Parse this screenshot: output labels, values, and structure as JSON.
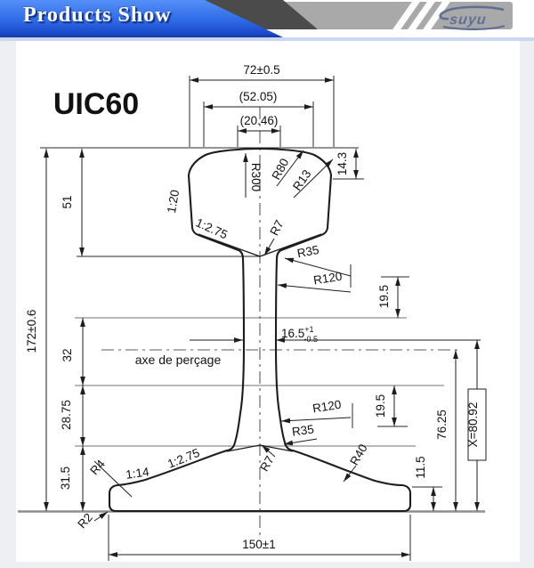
{
  "header": {
    "title": "Products Show",
    "logo_text": "suyu"
  },
  "drawing": {
    "title": "UIC60",
    "axis_label": "axe de perçage",
    "dims": {
      "head_width": "72±0.5",
      "head_width_2": "(52.05)",
      "head_width_3": "(20.46)",
      "crown_drop": "14.3",
      "head_height": "51",
      "total_height": "172±0.6",
      "h32": "32",
      "h2875": "28.75",
      "h315": "31.5",
      "upper_195": "19.5",
      "lower_195": "19.5",
      "h7625": "76.25",
      "x_dim": "X=80.92",
      "h115": "11.5",
      "foot_width": "150±1",
      "web_width": {
        "value": "16.5",
        "tol_up": "+1",
        "tol_dn": "-0.5"
      }
    },
    "labels": {
      "r300": "R300",
      "r80": "R80",
      "r13": "R13",
      "slope_head": "1:20",
      "chamfer_upper": "1:2.75",
      "r7_upper": "R7",
      "r35_upper": "R35",
      "r120_upper": "R120",
      "r120_lower": "R120",
      "r35_lower": "R35",
      "r7_lower": "R7",
      "r40": "R40",
      "r4": "R4",
      "r2": "R2",
      "slope_foot": "1:14",
      "chamfer_lower": "1:2.75"
    }
  },
  "colors": {
    "header_blue_top": "#5490f7",
    "header_blue_bottom": "#16399f",
    "bar_gray": "#a9a9a9",
    "dark_gray": "#4b4b4b",
    "logo_blue": "#5e7095",
    "line_black": "#1d1d1d",
    "ext_gray": "#8e8e8e"
  }
}
